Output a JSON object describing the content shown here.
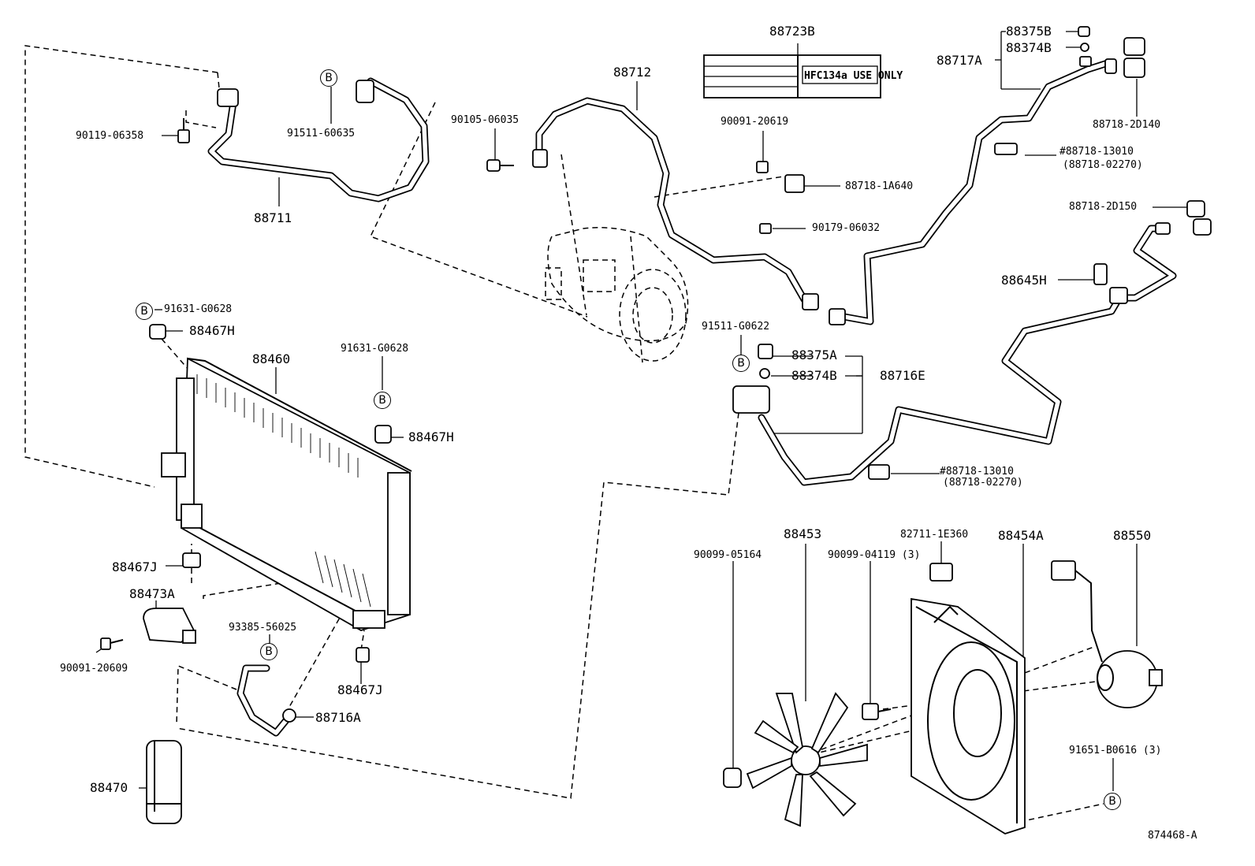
{
  "diagram": {
    "ref_code": "874468-A",
    "label_text": "HFC134a USE ONLY",
    "circle_marker": "B"
  },
  "labels": {
    "p88723B": "88723B",
    "p88712": "88712",
    "p88711": "88711",
    "p90119": "90119-06358",
    "p91511_60635": "91511-60635",
    "p90105": "90105-06035",
    "p90091_20619": "90091-20619",
    "p88718_1A640": "88718-1A640",
    "p90179": "90179-06032",
    "p88375B": "88375B",
    "p88374B_top": "88374B",
    "p88717A": "88717A",
    "p88718_2D140": "88718-2D140",
    "p88718_13010_a": "#88718-13010",
    "p88718_02270_a": "(88718-02270)",
    "p88718_2D150": "88718-2D150",
    "p88645H": "88645H",
    "p91511_G0622": "91511-G0622",
    "p88375A": "88375A",
    "p88374B_mid": "88374B",
    "p88716E": "88716E",
    "p88718_13010_b": "#88718-13010",
    "p88718_02270_b": "(88718-02270)",
    "p91631_a": "91631-G0628",
    "p88467H_a": "88467H",
    "p88460": "88460",
    "p91631_b": "91631-G0628",
    "p88467H_b": "88467H",
    "p88467J_a": "88467J",
    "p88473A": "88473A",
    "p90091_20609": "90091-20609",
    "p93385": "93385-56025",
    "p88467J_b": "88467J",
    "p88716A": "88716A",
    "p88470": "88470",
    "p90099_05164": "90099-05164",
    "p88453": "88453",
    "p90099_04119": "90099-04119 (3)",
    "p82711": "82711-1E360",
    "p88454A": "88454A",
    "p88550": "88550",
    "p91651": "91651-B0616 (3)"
  }
}
